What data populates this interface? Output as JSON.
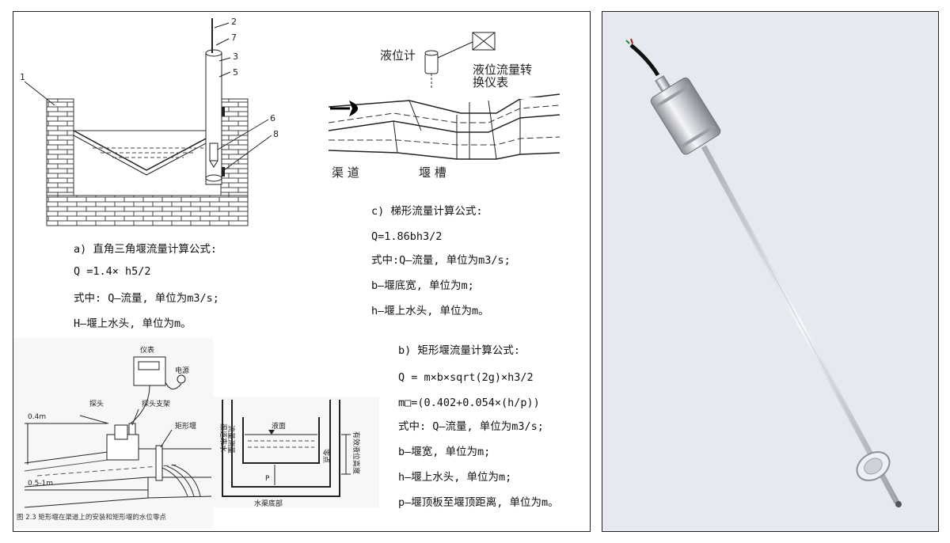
{
  "left": {
    "triangle_diagram": {
      "callouts": [
        "1",
        "2",
        "7",
        "3",
        "5",
        "6",
        "8"
      ]
    },
    "flume_diagram": {
      "level_meter": "液位计",
      "converter_line1": "液位流量转",
      "converter_line2": "换仪表",
      "channel": "渠  道",
      "weir_flume": "堰    槽"
    },
    "rect_diagram": {
      "instrument": "仪表",
      "power": "电源",
      "probe": "探头",
      "probe_bracket": "探头支架",
      "rect_weir": "矩形堰",
      "dim_top": "0.4m",
      "dim_bottom": "0.5-1m",
      "liquid_surface": "液面",
      "upstream_water": "渠道来水",
      "flow_measure": "流量测量",
      "zero_point": "零点",
      "effective_level": "有效液位高度",
      "channel_bottom": "水渠底部",
      "p_mark": "P",
      "caption": "图 2.3 矩形堰在渠道上的安装和矩形堰的水位零点"
    },
    "formula_a": {
      "title": "a) 直角三角堰流量计算公式:",
      "eq": "Q =1.4× h5/2",
      "line1": "式中: Q—流量, 单位为m3/s;",
      "line2": "H—堰上水头, 单位为m。"
    },
    "formula_c": {
      "title": "c) 梯形流量计算公式:",
      "eq": "Q=1.86bh3/2",
      "line1": "式中:Q—流量, 单位为m3/s;",
      "line2": "b—堰底宽, 单位为m;",
      "line3": "h—堰上水头, 单位为m。"
    },
    "formula_b": {
      "title": "b) 矩形堰流量计算公式:",
      "eq": "Q = m×b×sqrt(2g)×h3/2",
      "m_eq": "m□=(0.402+0.054×(h/p))",
      "line1": "式中: Q—流量, 单位为m3/s;",
      "line2": "b—堰宽, 单位为m;",
      "line3": "h—堰上水头, 单位为m;",
      "line4": "p—堰顶板至堰顶距离, 单位为m。"
    }
  },
  "right": {
    "background_color": "#e7e9f1",
    "product": "float-level-sensor-photo"
  }
}
